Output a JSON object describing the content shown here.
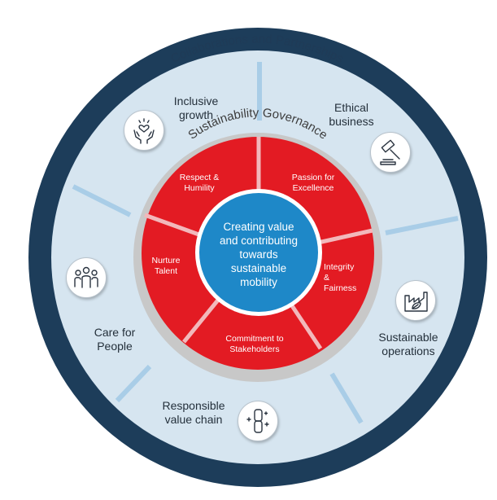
{
  "outer_ring": {
    "title": "Responsible Communication",
    "color": "#1d3d5a"
  },
  "collab_ring": {
    "title": "Collaborations and Partnerships",
    "color": "#d6e5f0"
  },
  "governance_ring": {
    "title": "Sustainability Governance",
    "color": "#c8c8c8"
  },
  "pillars": [
    {
      "label_lines": [
        "Inclusive",
        "growth"
      ],
      "icon": "heart-hands-icon"
    },
    {
      "label_lines": [
        "Ethical",
        "business"
      ],
      "icon": "gavel-icon"
    },
    {
      "label_lines": [
        "Sustainable",
        "operations"
      ],
      "icon": "factory-leaf-icon"
    },
    {
      "label_lines": [
        "Responsible",
        "value chain"
      ],
      "icon": "chain-link-icon"
    },
    {
      "label_lines": [
        "Care for",
        "People"
      ],
      "icon": "people-group-icon"
    }
  ],
  "values_ring_color": "#e31b23",
  "values": [
    {
      "lines": [
        "Respect &",
        "Humility"
      ]
    },
    {
      "lines": [
        "Passion for",
        "Excellence"
      ]
    },
    {
      "lines": [
        "Integrity",
        "&",
        "Fairness"
      ]
    },
    {
      "lines": [
        "Commitment to",
        "Stakeholders"
      ]
    },
    {
      "lines": [
        "Nurture",
        "Talent"
      ]
    }
  ],
  "core": {
    "lines": [
      "Creating value",
      "and contributing",
      "towards",
      "sustainable",
      "mobility"
    ],
    "color": "#1e88c8"
  }
}
